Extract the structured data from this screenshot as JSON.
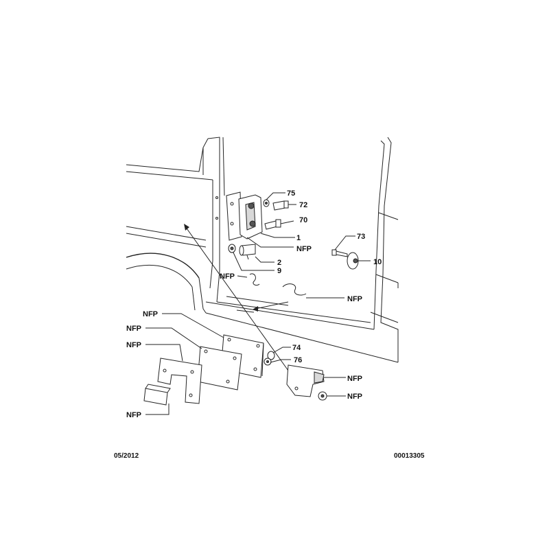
{
  "footer": {
    "date": "05/2012",
    "reference": "00013305"
  },
  "callouts": {
    "c75": "75",
    "c72": "72",
    "c70": "70",
    "c1": "1",
    "c_nfp_hinge": "NFP",
    "c73": "73",
    "c2": "2",
    "c10": "10",
    "c9": "9",
    "c_nfp_spring": "NFP",
    "c_nfp_rod": "NFP",
    "c_nfp_plate1": "NFP",
    "c_nfp_plate2": "NFP",
    "c_nfp_plate3": "NFP",
    "c74": "74",
    "c76": "76",
    "c_nfp_block": "NFP",
    "c_nfp_screw": "NFP",
    "c_nfp_spacer": "NFP"
  }
}
